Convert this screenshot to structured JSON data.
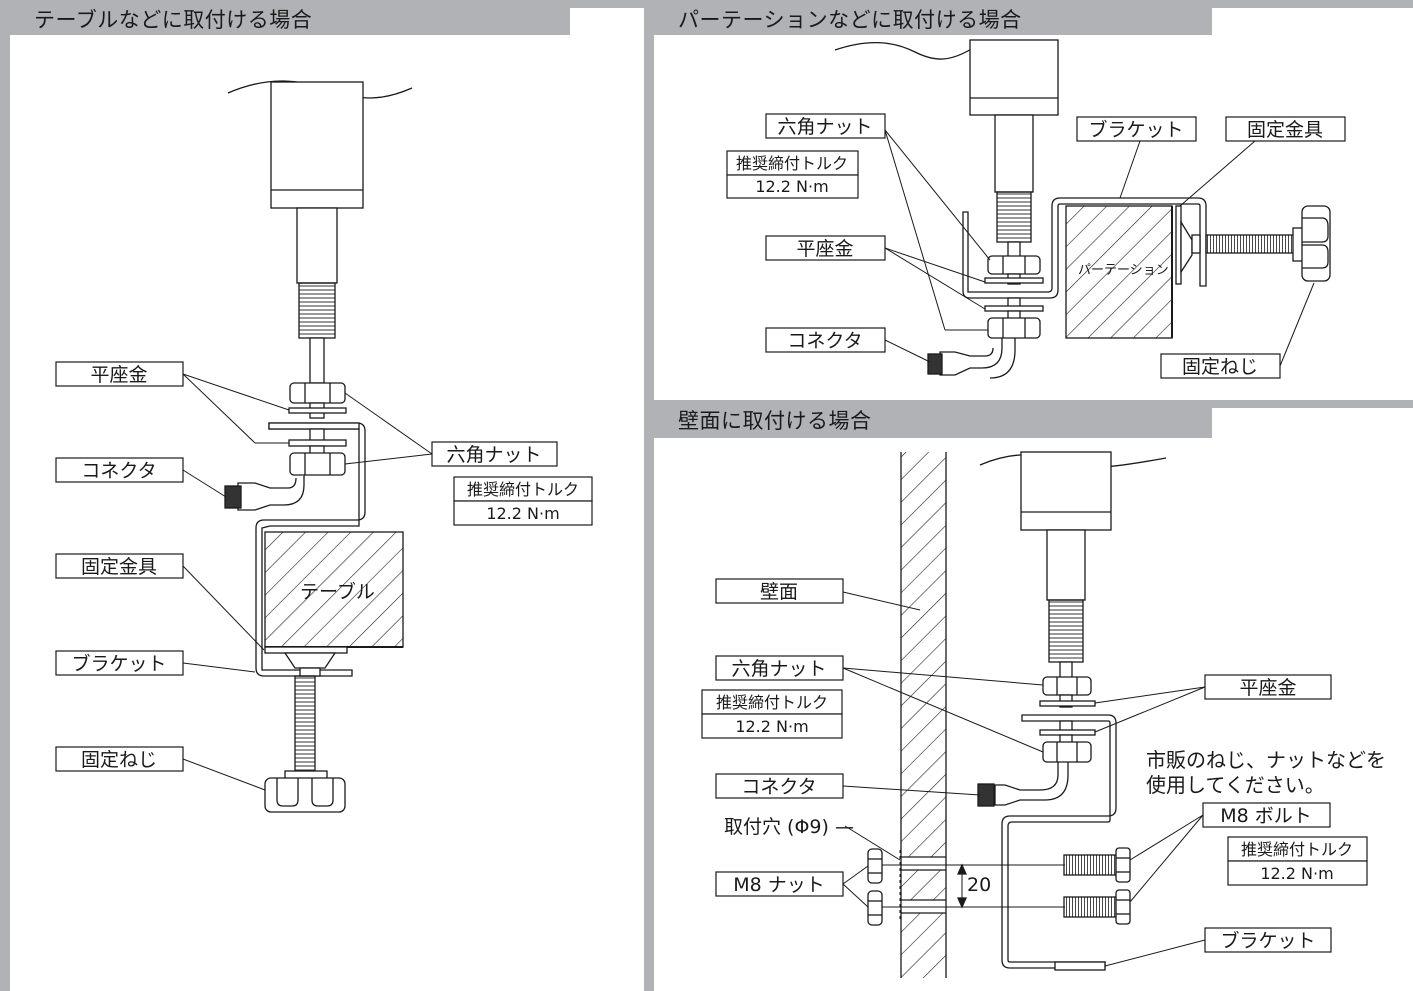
{
  "panels": {
    "table": {
      "title": "テーブルなどに取付ける場合",
      "labels": {
        "washer": "平座金",
        "connector": "コネクタ",
        "hex_nut": "六角ナット",
        "torque_title": "推奨締付トルク",
        "torque_value": "12.2 N·m",
        "clamp_fitting": "固定金具",
        "bracket": "ブラケット",
        "fixing_screw": "固定ねじ",
        "surface": "テーブル"
      }
    },
    "partition": {
      "title": "パーテーションなどに取付ける場合",
      "labels": {
        "hex_nut": "六角ナット",
        "torque_title": "推奨締付トルク",
        "torque_value": "12.2 N·m",
        "bracket": "ブラケット",
        "clamp_fitting": "固定金具",
        "washer": "平座金",
        "connector": "コネクタ",
        "fixing_screw": "固定ねじ",
        "surface": "パーテーション"
      }
    },
    "wall": {
      "title": "壁面に取付ける場合",
      "labels": {
        "wall": "壁面",
        "hex_nut": "六角ナット",
        "torque_title": "推奨締付トルク",
        "torque_value": "12.2 N·m",
        "washer": "平座金",
        "connector": "コネクタ",
        "note_line1": "市販のねじ、ナットなどを",
        "note_line2": "使用してください。",
        "mount_hole": "取付穴 (Φ9) —",
        "m8_bolt": "M8 ボルト",
        "bolt_torque_title": "推奨締付トルク",
        "bolt_torque_value": "12.2 N·m",
        "m8_nut": "M8 ナット",
        "bracket": "ブラケット",
        "dimension": "20"
      }
    }
  },
  "colors": {
    "header_bg": "#b1b2b6",
    "line": "#1a1a1a",
    "part_fill": "#ffffff"
  }
}
